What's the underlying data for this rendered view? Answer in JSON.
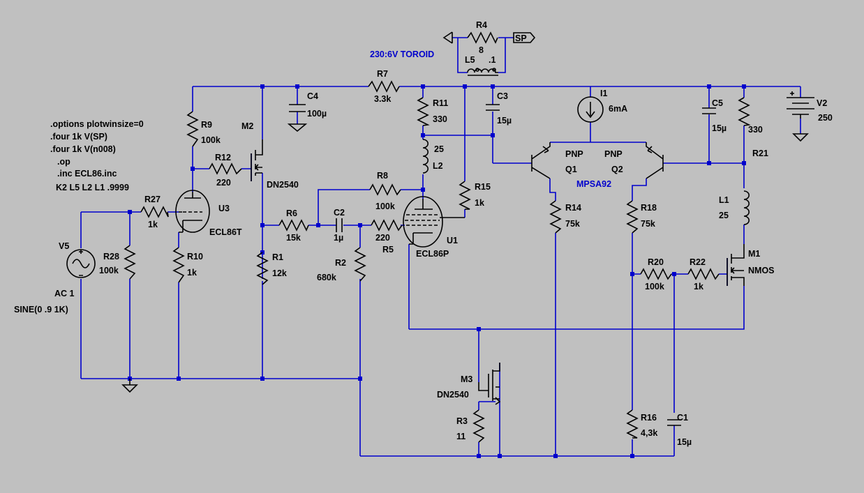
{
  "colors": {
    "background": "#c0c0c0",
    "wire": "#0000cc",
    "component": "#000000",
    "accent_label": "#0000cc"
  },
  "directives": [
    ".options plotwinsize=0",
    ".four 1k V(SP)",
    ".four 1k V(n008)",
    ".op",
    ".inc ECL86.inc",
    "K2 L5 L2 L1 .9999"
  ],
  "notes": {
    "toroid": "230:6V TOROID",
    "q_part": "MPSA92"
  },
  "nets": {
    "sp": "SP"
  },
  "components": {
    "R4": {
      "name": "R4",
      "value": "8"
    },
    "L5": {
      "name": "L5",
      "value": ".1"
    },
    "R7": {
      "name": "R7",
      "value": "3.3k"
    },
    "C4": {
      "name": "C4",
      "value": "100µ"
    },
    "R11": {
      "name": "R11",
      "value": "330"
    },
    "C3": {
      "name": "C3",
      "value": "15µ"
    },
    "I1": {
      "name": "I1",
      "value": "6mA"
    },
    "C5": {
      "name": "C5",
      "value": "15µ"
    },
    "R21": {
      "name": "R21",
      "value": "330"
    },
    "V2": {
      "name": "V2",
      "value": "250"
    },
    "R9": {
      "name": "R9",
      "value": "100k"
    },
    "M2": {
      "name": "M2",
      "value": "DN2540"
    },
    "R12": {
      "name": "R12",
      "value": "220"
    },
    "L2": {
      "name": "L2",
      "value": "25"
    },
    "R8": {
      "name": "R8",
      "value": "100k"
    },
    "R15": {
      "name": "R15",
      "value": "1k"
    },
    "Q1": {
      "name": "Q1",
      "value": "PNP"
    },
    "Q2": {
      "name": "Q2",
      "value": "PNP"
    },
    "R27": {
      "name": "R27",
      "value": "1k"
    },
    "U3": {
      "name": "U3",
      "value": "ECL86T"
    },
    "R6": {
      "name": "R6",
      "value": "15k"
    },
    "C2": {
      "name": "C2",
      "value": "1µ"
    },
    "R5": {
      "name": "R5",
      "value": "220"
    },
    "U1": {
      "name": "U1",
      "value": "ECL86P"
    },
    "R14": {
      "name": "R14",
      "value": "75k"
    },
    "R18": {
      "name": "R18",
      "value": "75k"
    },
    "L1": {
      "name": "L1",
      "value": "25"
    },
    "M1": {
      "name": "M1",
      "value": "NMOS"
    },
    "V5": {
      "name": "V5",
      "value": "AC 1",
      "extra": "SINE(0 .9 1K)"
    },
    "R28": {
      "name": "R28",
      "value": "100k"
    },
    "R10": {
      "name": "R10",
      "value": "1k"
    },
    "R1": {
      "name": "R1",
      "value": "12k"
    },
    "R2": {
      "name": "R2",
      "value": "680k"
    },
    "R20": {
      "name": "R20",
      "value": "100k"
    },
    "R22": {
      "name": "R22",
      "value": "1k"
    },
    "M3": {
      "name": "M3",
      "value": "DN2540"
    },
    "R3": {
      "name": "R3",
      "value": "11"
    },
    "R16": {
      "name": "R16",
      "value": "4,3k"
    },
    "C1": {
      "name": "C1",
      "value": "15µ"
    }
  }
}
